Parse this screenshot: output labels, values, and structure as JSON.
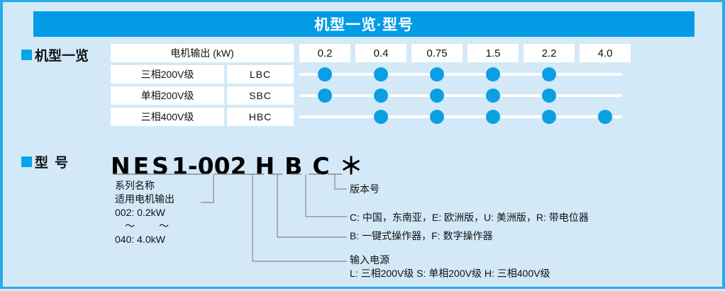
{
  "header": {
    "title": "机型一览·型号",
    "bg": "#039be5",
    "text_color": "#ffffff"
  },
  "sections": {
    "models_label": "机型一览",
    "model_no_label_1": "型",
    "model_no_label_2": "号"
  },
  "table": {
    "output_header": "电机输出 (kW)",
    "ratings": [
      "0.2",
      "0.4",
      "0.75",
      "1.5",
      "2.2",
      "4.0"
    ],
    "rows": [
      {
        "voltage": "三相200V级",
        "code": "LBC",
        "available": [
          true,
          true,
          true,
          true,
          true,
          false
        ]
      },
      {
        "voltage": "单相200V级",
        "code": "SBC",
        "available": [
          true,
          true,
          true,
          true,
          true,
          false
        ]
      },
      {
        "voltage": "三相400V级",
        "code": "HBC",
        "available": [
          false,
          true,
          true,
          true,
          true,
          true
        ]
      }
    ],
    "dot_color": "#0c9fe3",
    "cell_bg": "#ffffff"
  },
  "model_number": {
    "parts": [
      "N",
      "E",
      "S",
      "1",
      "-",
      "0",
      "0",
      "2",
      "H",
      "B",
      "C",
      "＊"
    ],
    "display": "NES1-002 H B C ＊"
  },
  "legend": {
    "series_name": "系列名称",
    "motor_output": "适用电机输出",
    "range_min": "002: 0.2kW",
    "range_max": "040: 4.0kW",
    "tilde": "～"
  },
  "annotations": {
    "version": "版本号",
    "region": "C: 中国，东南亚，E: 欧洲版，U: 美洲版，R: 带电位器",
    "operator": "B: 一键式操作器，F: 数字操作器",
    "power_title": "输入电源",
    "power_detail": "L: 三相200V级  S: 单相200V级  H: 三相400V级"
  },
  "colors": {
    "page_bg": "#d3e9f8",
    "frame_border": "#29abe8",
    "accent": "#0aa5e9",
    "title_bg": "#039be5"
  }
}
